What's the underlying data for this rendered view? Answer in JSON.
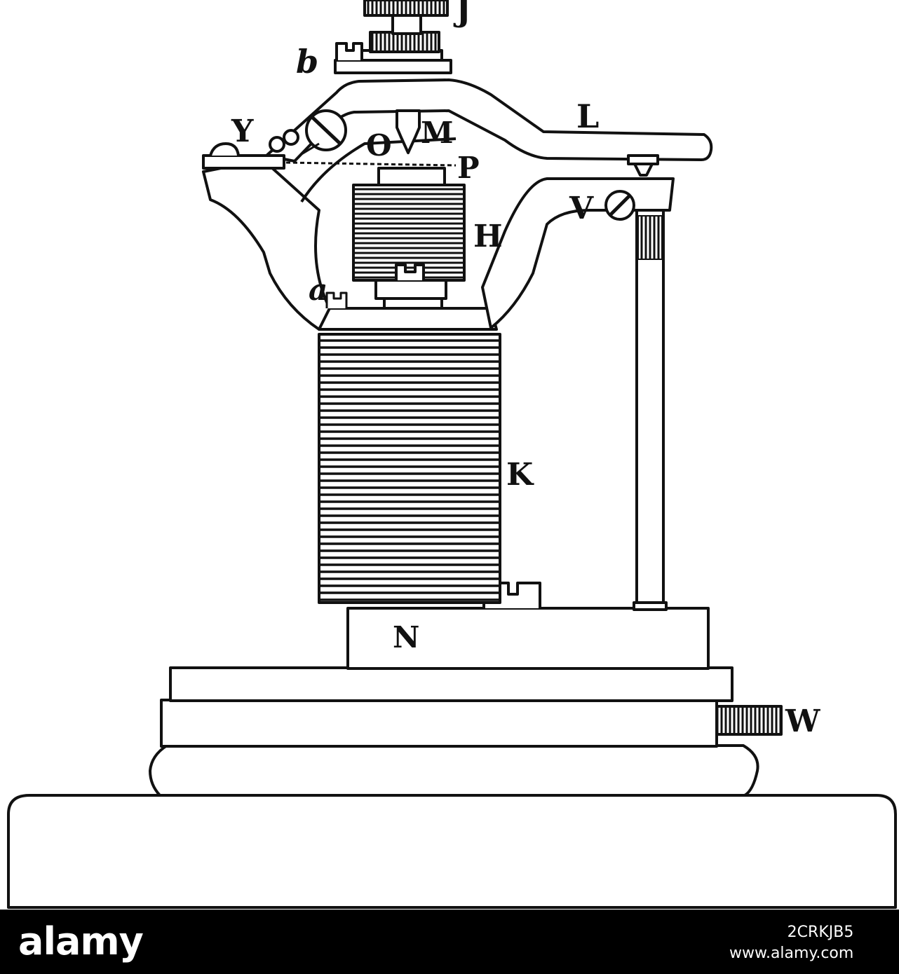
{
  "figure": {
    "labels": {
      "J": "J",
      "b": "b",
      "L": "L",
      "Y": "Y",
      "O": "O",
      "M": "M",
      "P": "P",
      "V": "V",
      "H": "H",
      "a": "a",
      "K": "K",
      "N": "N",
      "W": "W"
    }
  },
  "watermark": {
    "brand": "alamy",
    "image_id": "2CRKJB5",
    "site": "www.alamy.com"
  }
}
